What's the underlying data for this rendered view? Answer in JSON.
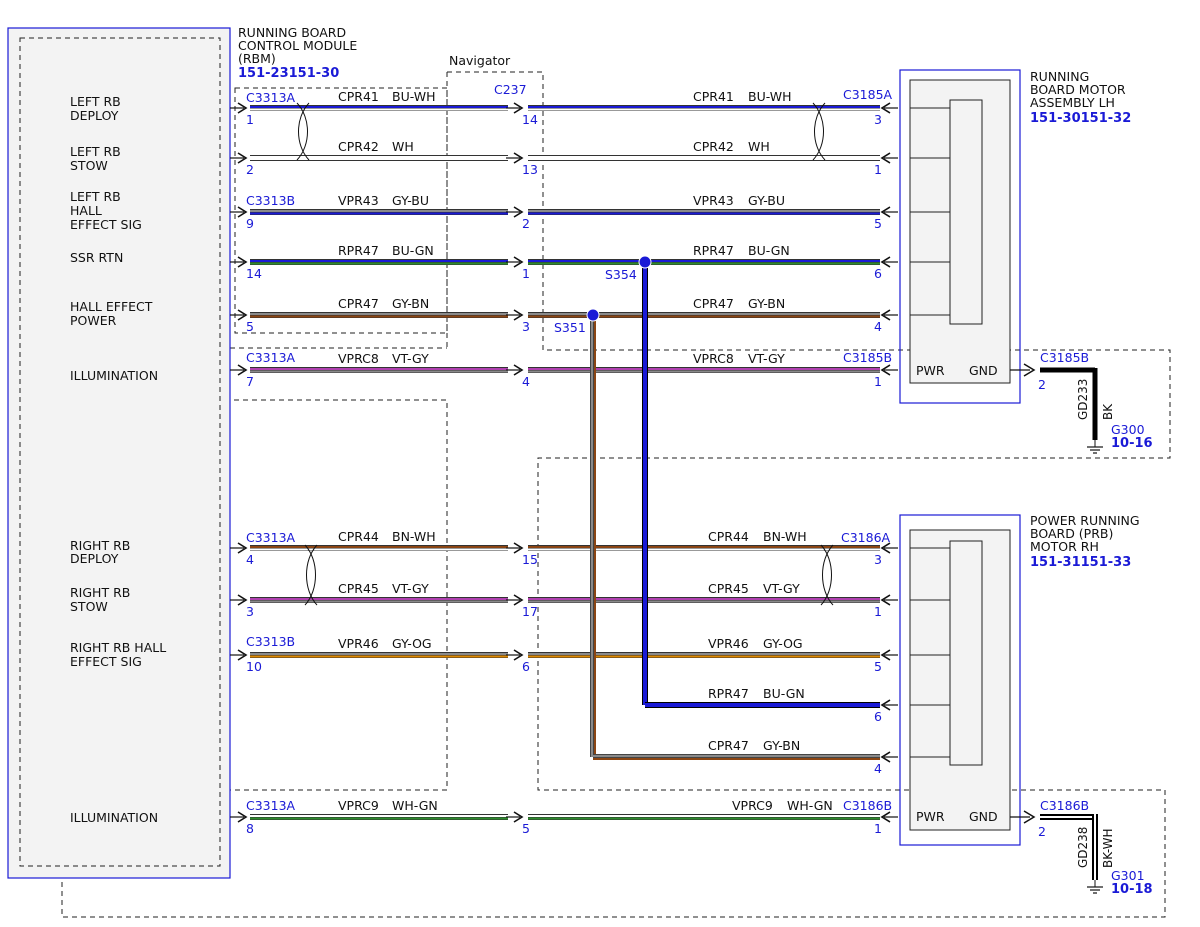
{
  "module": {
    "title": [
      "RUNNING BOARD",
      "CONTROL MODULE",
      "(RBM)"
    ],
    "ref": "151-23151-30"
  },
  "navigator": {
    "label": "Navigator",
    "connector": "C237"
  },
  "motor_lh": {
    "title": [
      "RUNNING",
      "BOARD MOTOR",
      "ASSEMBLY LH"
    ],
    "ref": "151-30151-32",
    "pwr": "PWR",
    "gnd": "GND"
  },
  "motor_rh": {
    "title": [
      "POWER RUNNING",
      "BOARD (PRB)",
      "MOTOR RH"
    ],
    "ref": "151-31151-33",
    "pwr": "PWR",
    "gnd": "GND"
  },
  "circuit_labels": {
    "left_deploy": [
      "LEFT RB",
      "DEPLOY"
    ],
    "left_stow": [
      "LEFT RB",
      "STOW"
    ],
    "left_hall": [
      "LEFT RB",
      "HALL",
      "EFFECT SIG"
    ],
    "ssr_rtn": [
      "SSR RTN"
    ],
    "hall_power": [
      "HALL EFFECT",
      "POWER"
    ],
    "illum1": [
      "ILLUMINATION"
    ],
    "right_deploy": [
      "RIGHT RB",
      "DEPLOY"
    ],
    "right_stow": [
      "RIGHT RB",
      "STOW"
    ],
    "right_hall": [
      "RIGHT RB HALL",
      "EFFECT SIG"
    ],
    "illum2": [
      "ILLUMINATION"
    ]
  },
  "connectors": {
    "c3313a": "C3313A",
    "c3313b": "C3313B",
    "c3185a": "C3185A",
    "c3185b": "C3185B",
    "c3186a": "C3186A",
    "c3186b": "C3186B"
  },
  "wires": {
    "cpr41": {
      "circuit": "CPR41",
      "color": "BU-WH"
    },
    "cpr42": {
      "circuit": "CPR42",
      "color": "WH"
    },
    "vpr43": {
      "circuit": "VPR43",
      "color": "GY-BU"
    },
    "rpr47": {
      "circuit": "RPR47",
      "color": "BU-GN"
    },
    "cpr47": {
      "circuit": "CPR47",
      "color": "GY-BN"
    },
    "vprc8": {
      "circuit": "VPRC8",
      "color": "VT-GY"
    },
    "cpr44": {
      "circuit": "CPR44",
      "color": "BN-WH"
    },
    "cpr45": {
      "circuit": "CPR45",
      "color": "VT-GY"
    },
    "vpr46": {
      "circuit": "VPR46",
      "color": "GY-OG"
    },
    "vprc9": {
      "circuit": "VPRC9",
      "color": "WH-GN"
    }
  },
  "pins": {
    "m": [
      "1",
      "2",
      "9",
      "14",
      "5",
      "7",
      "4",
      "3",
      "10",
      "8"
    ],
    "n": [
      "14",
      "13",
      "2",
      "1",
      "3",
      "4",
      "15",
      "17",
      "6",
      "5"
    ],
    "lh": [
      "3",
      "1",
      "5",
      "6",
      "4",
      "1"
    ],
    "rh": [
      "3",
      "1",
      "5",
      "6",
      "4",
      "1"
    ]
  },
  "splices": {
    "s354": "S354",
    "s351": "S351"
  },
  "grounds": {
    "g1": {
      "circuit": "GD233",
      "color": "BK",
      "name": "G300",
      "ref": "10-16",
      "pin": "2"
    },
    "g2": {
      "circuit": "GD238",
      "color": "BK-WH",
      "name": "G301",
      "ref": "10-18",
      "pin": "2"
    }
  },
  "palette": {
    "BU": "#1a1ad6",
    "WH": "#ffffff",
    "GY": "#8a8a8a",
    "GN": "#2e8b2e",
    "BN": "#8b4513",
    "VT": "#b040b0",
    "OG": "#e08a00",
    "BK": "#000000"
  }
}
